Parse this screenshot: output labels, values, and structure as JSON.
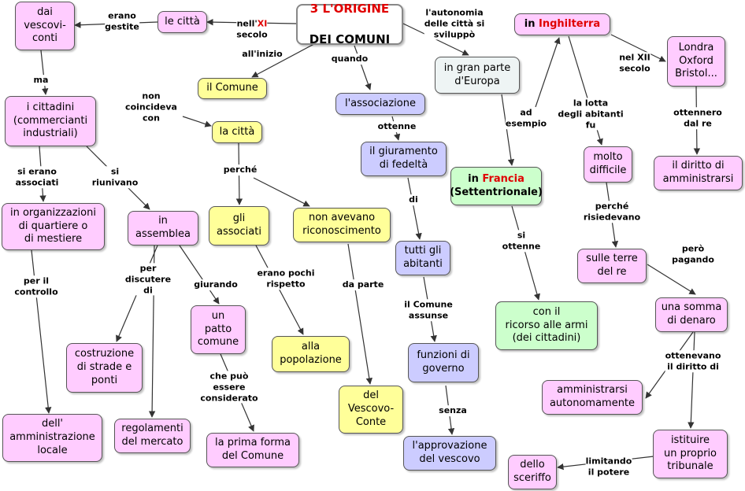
{
  "nodes": {
    "root": {
      "line1a": "3 L'ORIGINE",
      "line2": "DEI COMUNI"
    },
    "le_citta": "le città",
    "dai_vescovi": "dai\nvescovi-\nconti",
    "cittadini": "i cittadini\n(commercianti\nindustriali)",
    "organizzazioni": "in organizzazioni\ndi quartiere o\ndi mestiere",
    "amministrazione_locale": "dell'\namministrazione\nlocale",
    "assemblea": "in\nassemblea",
    "costruzione": "costruzione\ndi strade e\nponti",
    "regolamenti": "regolamenti\ndel mercato",
    "patto": "un\npatto\ncomune",
    "prima_forma": "la prima forma\ndel Comune",
    "il_comune": "il Comune",
    "la_citta": "la città",
    "associati": "gli\nassociati",
    "alla_popolazione": "alla\npopolazione",
    "non_avevano": "non avevano\nriconoscimento",
    "vescovo_conte": "del\nVescovo-\nConte",
    "associazione": "l'associazione",
    "giuramento": "il giuramento\ndi fedeltà",
    "tutti_abitanti": "tutti gli\nabitanti",
    "funzioni": "funzioni di\ngoverno",
    "approvazione": "l'approvazione\ndel vescovo",
    "europa": "in gran parte\nd'Europa",
    "francia": {
      "prefix": "in ",
      "name": "Francia",
      "line2": "(Settentrionale)"
    },
    "ricorso": "con il\nricorso alle armi\n(dei cittadini)",
    "inghilterra": {
      "prefix": "in ",
      "name": "Inghilterra"
    },
    "londra": "Londra\nOxford\nBristol...",
    "diritto": "il diritto di\namministrarsi",
    "molto_difficile": "molto\ndifficile",
    "terre_re": "sulle terre\ndel re",
    "somma": "una somma\ndi denaro",
    "amministrarsi": "amministrarsi\nautonomamente",
    "tribunale": "istituire\nun proprio\ntribunale",
    "sceriffo": "dello\nsceriffo"
  },
  "labels": {
    "nell_xi": {
      "prefix": "nell'",
      "num": "XI",
      "line2": "secolo"
    },
    "erano_gestite": "erano\ngestite",
    "ma": "ma",
    "si_erano_associati": "si erano\nassociati",
    "si_riunivano": "si\nriunivano",
    "per_il_controllo": "per il\ncontrollo",
    "per_discutere": "per\ndiscutere\ndi",
    "giurando": "giurando",
    "che_puo": "che può\nessere\nconsiderato",
    "all_inizio": "all'inizio",
    "non_coincideva": "non\ncoincideva\ncon",
    "perche": "perché",
    "erano_pochi": "erano pochi\nrispetto",
    "da_parte": "da parte",
    "quando": "quando",
    "ottenne": "ottenne",
    "di": "di",
    "il_comune_assunse": "il Comune\nassunse",
    "senza": "senza",
    "autonomia": "l'autonomia\ndelle città si\nsviluppò",
    "ad_esempio": "ad\nesempio",
    "si_ottenne": "si\nottenne",
    "nel_xii": "nel XII\nsecolo",
    "ottennero": "ottennero\ndal re",
    "la_lotta": "la lotta\ndegli abitanti\nfu",
    "perche_risiedevano": "perché\nrisiedevano",
    "pero_pagando": "però\npagando",
    "ottenevano": "ottenevano\nil diritto di",
    "limitando": "limitando\nil potere"
  },
  "colors": {
    "accent_red": "#e00000",
    "line": "#333333"
  }
}
